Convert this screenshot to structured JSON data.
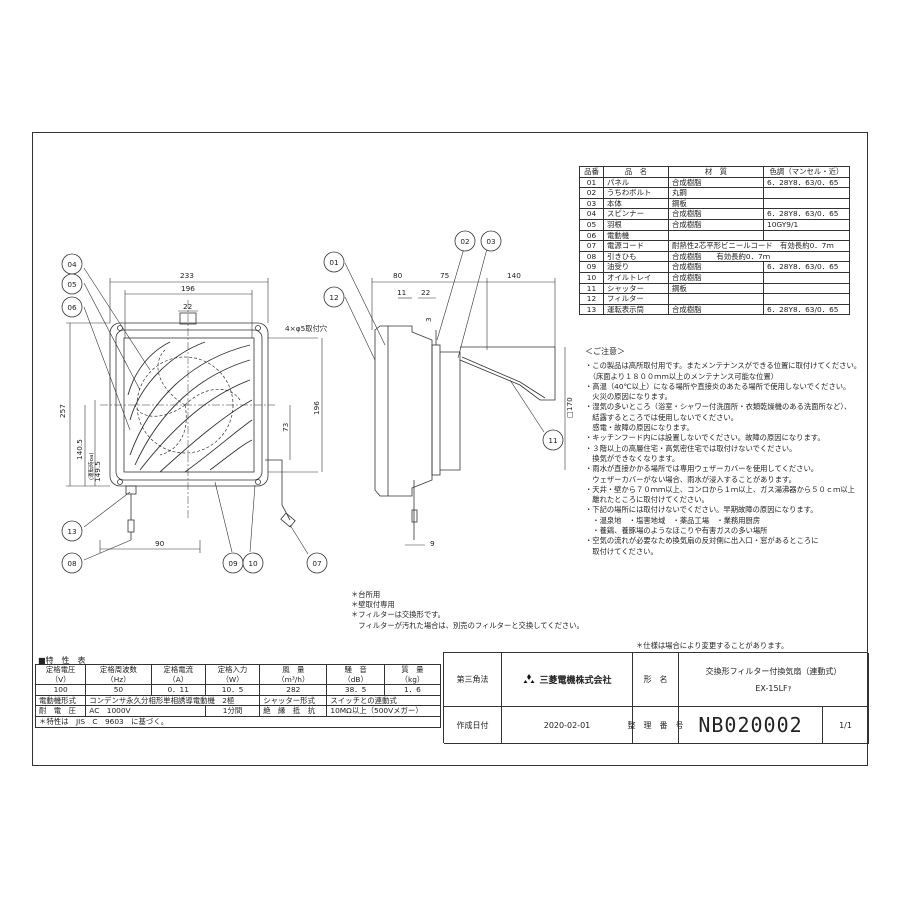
{
  "drawing": {
    "dims_front": {
      "w233": "233",
      "w196": "196",
      "w22": "22",
      "h257": "257",
      "h196": "196",
      "h73": "73",
      "h1405": "140.5",
      "h1405_note": "(運転時oa)",
      "h1495": "149.5",
      "w90": "90",
      "holes": "4×φ5取付穴"
    },
    "dims_side": {
      "d80": "80",
      "d75": "75",
      "d140": "140",
      "d11": "11",
      "d22": "22",
      "d3": "3",
      "d170": "□170",
      "d9": "9"
    },
    "callouts": [
      "04",
      "05",
      "06",
      "13",
      "08",
      "09",
      "10",
      "07",
      "01",
      "12",
      "02",
      "03",
      "11"
    ]
  },
  "parts": {
    "headers": [
      "品番",
      "品　名",
      "材　質",
      "色調（マンセル・近）"
    ],
    "rows": [
      [
        "01",
        "パネル",
        "合成樹脂",
        "6．28Y8．63/0．65"
      ],
      [
        "02",
        "うちわボルト",
        "丸鋼",
        ""
      ],
      [
        "03",
        "本体",
        "鋼板",
        ""
      ],
      [
        "04",
        "スピンナー",
        "合成樹脂",
        "6．28Y8．63/0．65"
      ],
      [
        "05",
        "羽根",
        "合成樹脂",
        "10GY9/1"
      ],
      [
        "06",
        "電動機",
        "",
        ""
      ],
      [
        "07",
        "電源コード",
        "耐熱性2芯平形ビニールコード　有効長約0．7ｍ",
        ""
      ],
      [
        "08",
        "引きひも",
        "合成樹脂　　有効長約0．7ｍ",
        ""
      ],
      [
        "09",
        "油受り",
        "合成樹脂",
        "6．28Y8．63/0．65"
      ],
      [
        "10",
        "オイルトレイ",
        "合成樹脂",
        ""
      ],
      [
        "11",
        "シャッター",
        "鋼板",
        ""
      ],
      [
        "12",
        "フィルター",
        "",
        ""
      ],
      [
        "13",
        "運転表示筒",
        "合成樹脂",
        "6．28Y8．63/0．65"
      ]
    ]
  },
  "notes": {
    "title": "＜ご注意＞",
    "lines": [
      "・この製品は高所取付用です。またメンテナンスができる位置に取付けてください。",
      "　（床面より１８００ｍｍ以上のメンテナンス可能な位置）",
      "・高温（40℃以上）になる場所や直接炎のあたる場所で使用しないでください。",
      "　火災の原因になります。",
      "・湿気の多いところ（浴室・シャワー付洗面所・衣類乾燥機のある洗面所など）、",
      "　結露するところでは使用しないでください。",
      "　感電・故障の原因になります。",
      "・キッチンフード内には設置しないでください。故障の原因になります。",
      "・３階以上の高層住宅・高気密住宅では取付けないでください。",
      "　換気ができなくなります。",
      "・雨水が直接かかる場所では専用ウェザーカバーを使用してください。",
      "　ウェザーカバーがない場合、雨水が浸入することがあります。",
      "・天井・壁から７０ｍｍ以上、コンロから１ｍ以上、ガス湯沸器から５０ｃｍ以上",
      "　離れたところに取付けてください。",
      "・下記の場所には取付けないでください。早期故障の原因になります。",
      "　・温泉地　・塩害地域　・薬品工場　・業務用厨房",
      "　・養鶏、養豚場のようなほこりや有害ガスの多い場所",
      "・空気の流れが必要なため換気扇の反対側に出入口・窓があるところに",
      "　取付けてください。"
    ]
  },
  "bottom_notes": [
    "＊台所用",
    "＊壁取付専用",
    "＊フィルターは交換形です。",
    "　フィルターが汚れた場合は、別売のフィルターと交換してください。"
  ],
  "spec_notice": "＊仕様は場合により変更することがあります。",
  "spec": {
    "title": "■特　性　表",
    "headers_top": [
      "定格電圧",
      "定格周波数",
      "定格電流",
      "定格入力",
      "風　量",
      "騒　音",
      "質　量"
    ],
    "headers_unit": [
      "（V）",
      "（Hz）",
      "（A）",
      "（W）",
      "（m³/h）",
      "（dB）",
      "（kg）"
    ],
    "values": [
      "100",
      "50",
      "0．11",
      "10．5",
      "282",
      "38．5",
      "1．6"
    ],
    "motor_label": "電動機形式",
    "motor_value": "コンデンサ永久分相形単相誘導電動機　2極",
    "shutter_label": "シャッター形式",
    "shutter_value": "スイッチとの連動式",
    "voltage_label": "耐　電　圧",
    "voltage_value": "AC　1000V",
    "voltage_time": "1分間",
    "insul_label": "絶　縁　抵　抗",
    "insul_value": "10MΩ以上（500Vメガー）",
    "footnote": "＊特性は　JIS　C　9603　に基づく。"
  },
  "title_block": {
    "projection": "第三角法",
    "company": "三菱電機株式会社",
    "name_label": "形　名",
    "product_name": "交換形フィルター付換気扇（連動式）",
    "model": "EX-15LFｧ",
    "date_label": "作成日付",
    "date": "2020-02-01",
    "number_label": "整　理　番　号",
    "number": "NB020002",
    "sheet": "1/1"
  }
}
